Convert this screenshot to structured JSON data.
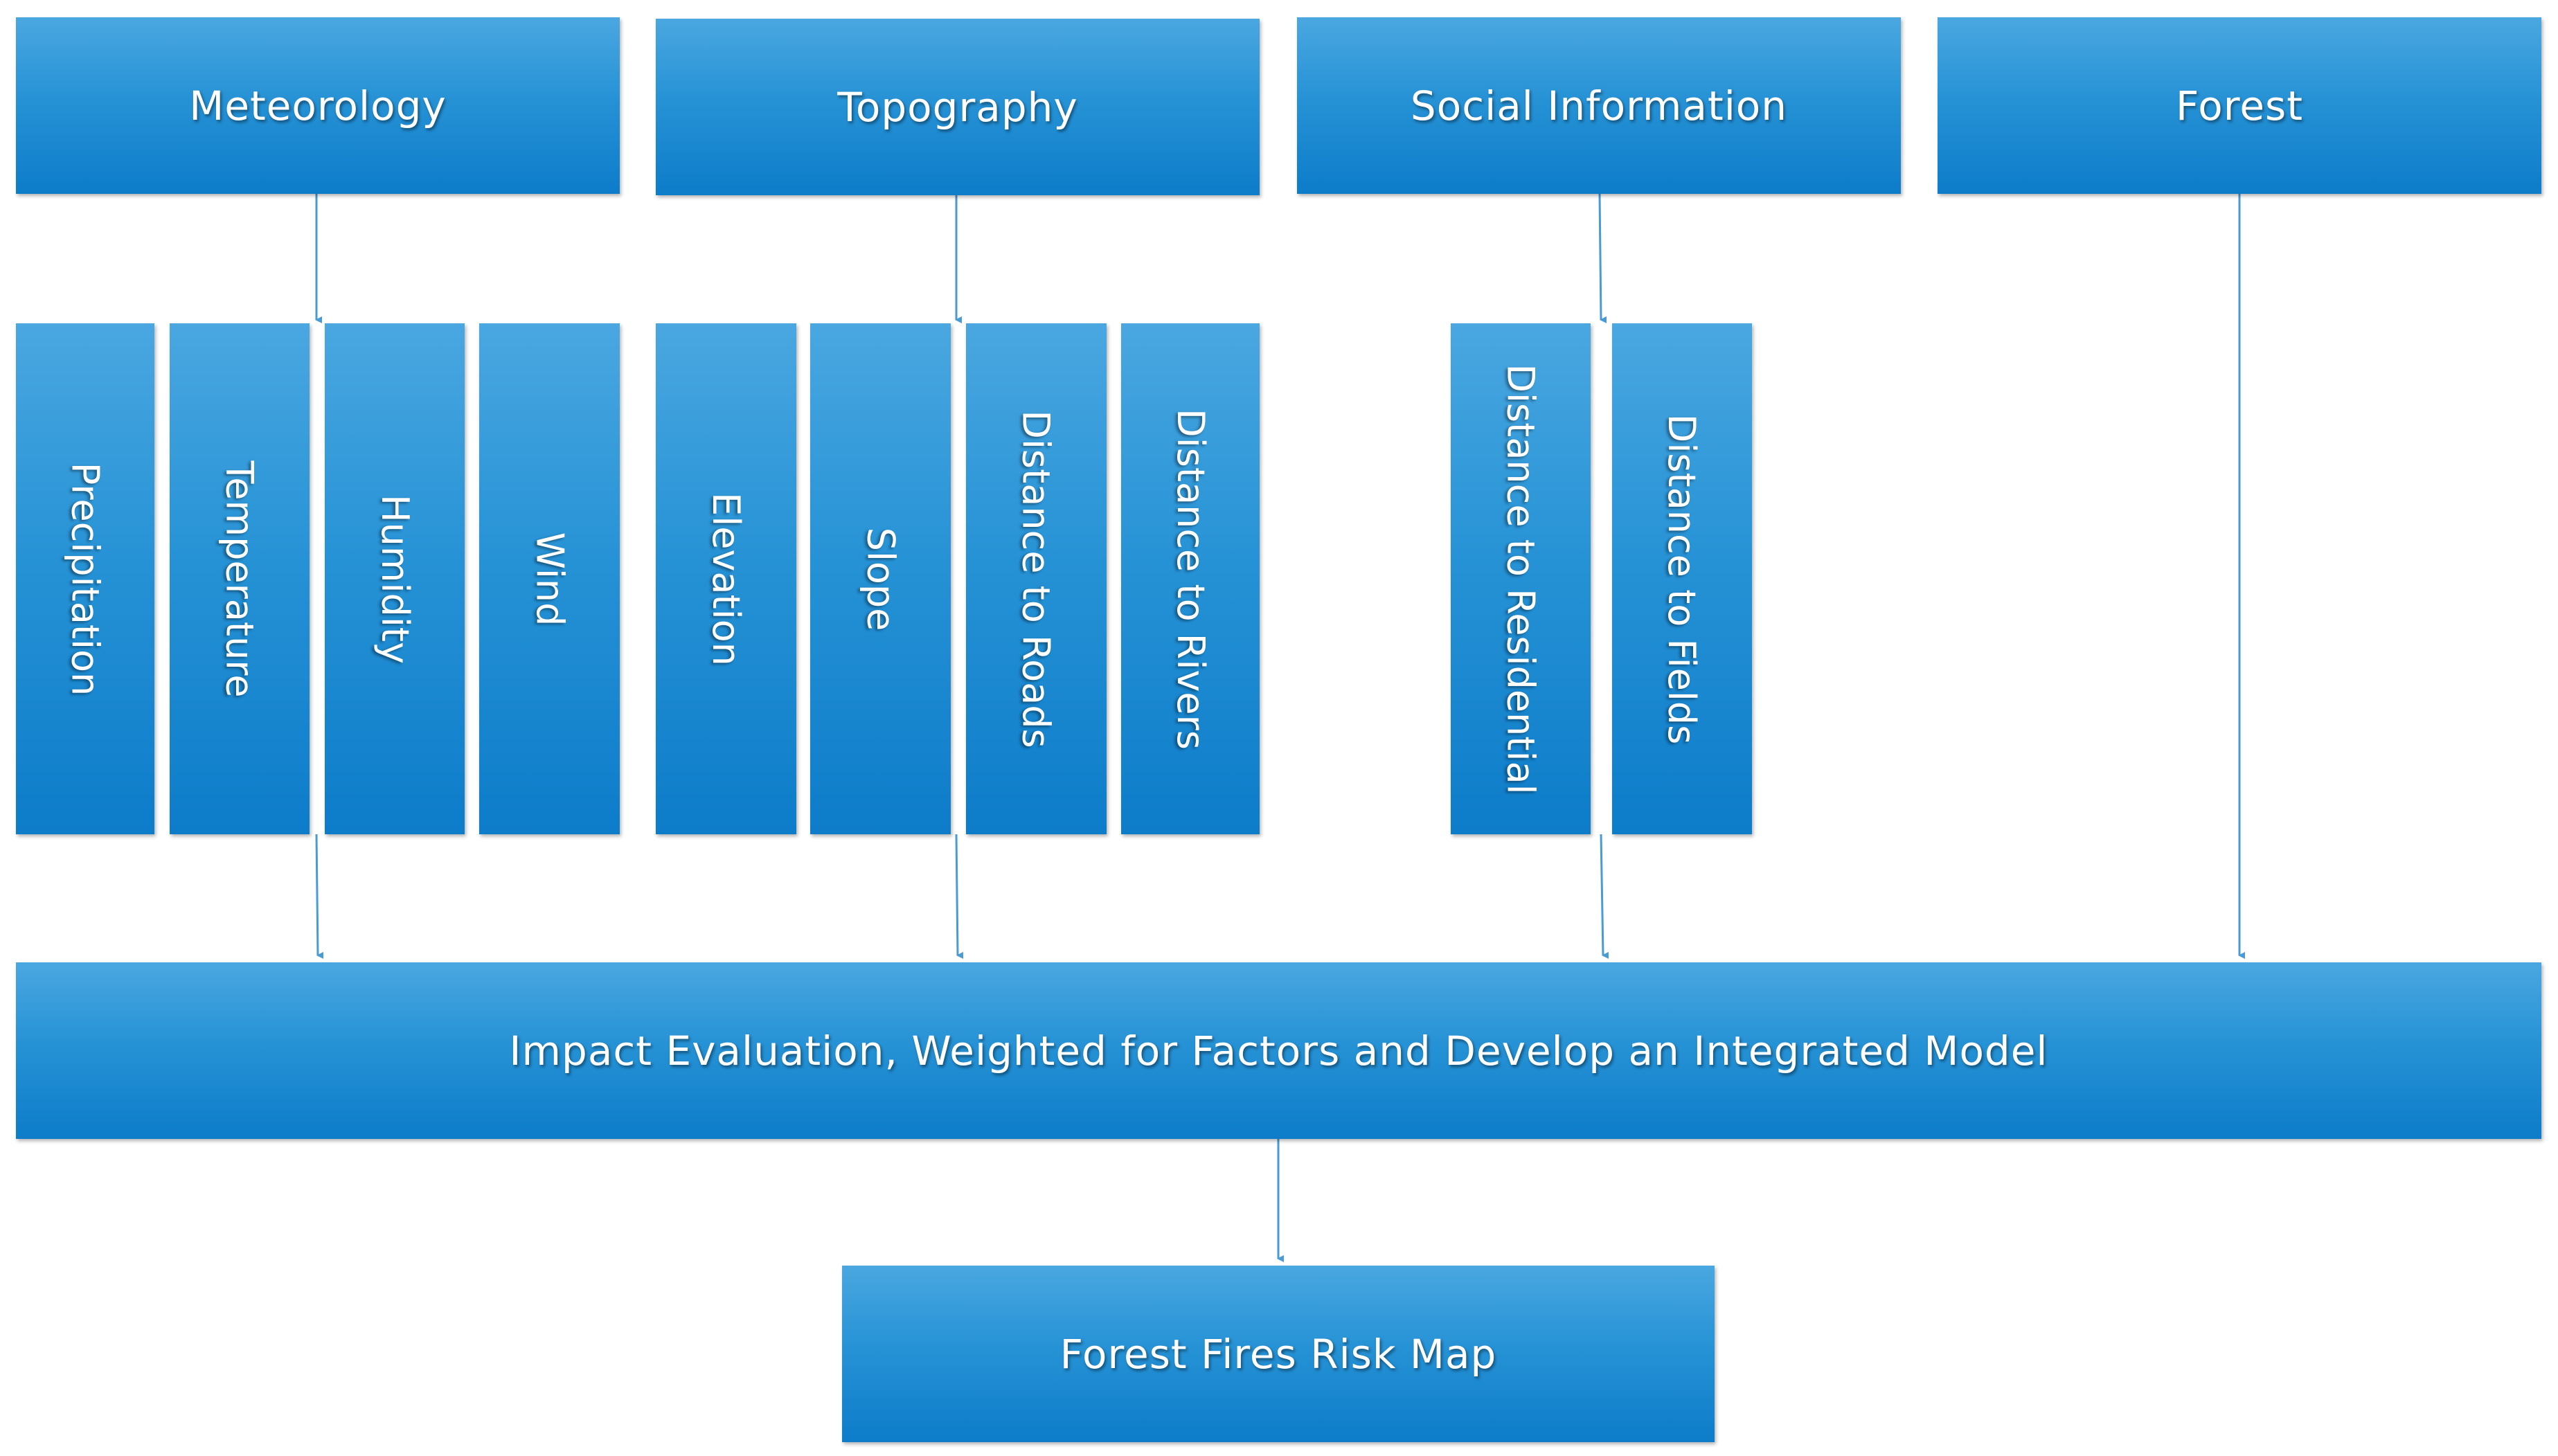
{
  "categories": [
    {
      "id": "meteorology",
      "label": "Meteorology"
    },
    {
      "id": "topography",
      "label": "Topography"
    },
    {
      "id": "social",
      "label": "Social Information"
    },
    {
      "id": "forest",
      "label": "Forest"
    }
  ],
  "factors": {
    "meteorology": [
      "Precipitation",
      "Temperature",
      "Humidity",
      "Wind"
    ],
    "topography": [
      "Elevation",
      "Slope",
      "Distance to Roads",
      "Distance to Rivers"
    ],
    "social": [
      "Distance to Residential",
      "Distance to Fields"
    ]
  },
  "model": {
    "label": "Impact Evaluation, Weighted for Factors and Develop an Integrated Model"
  },
  "output": {
    "label": "Forest Fires Risk Map"
  },
  "colors": {
    "box_top": "#4aa7e0",
    "box_bottom": "#0d7cc9",
    "arrow": "#4a9bd4",
    "text": "#ffffff"
  }
}
